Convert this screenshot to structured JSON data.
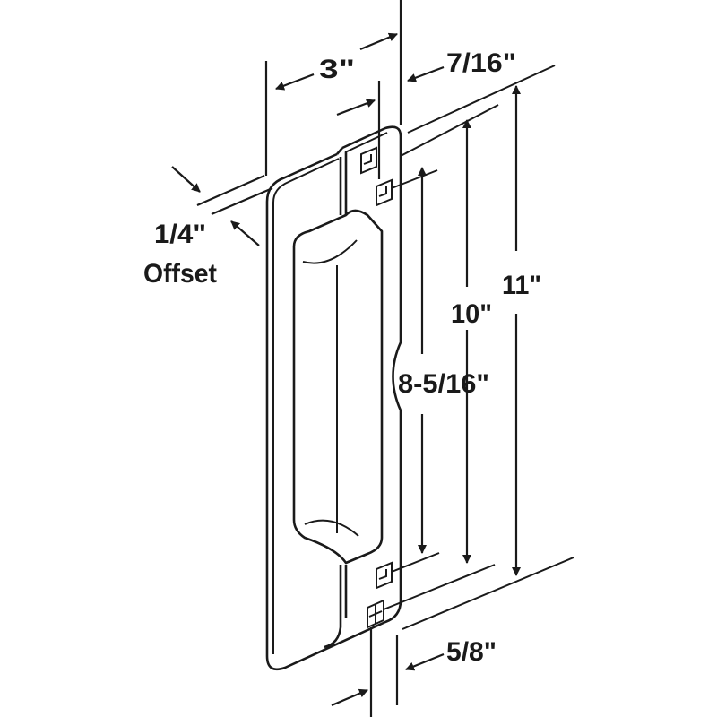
{
  "diagram": {
    "subject": "latch guard plate",
    "dimensions": {
      "width_depth": "3\"",
      "offset_value": "1/4\"",
      "offset_label": "Offset",
      "edge_to_slot": "7/16\"",
      "slot_spacing_inner": "8-5/16\"",
      "slot_spacing_outer": "10\"",
      "overall_height": "11\"",
      "bottom_slot_inset": "5/8\""
    },
    "colors": {
      "line": "#1a1a1a",
      "background": "#ffffff"
    }
  }
}
